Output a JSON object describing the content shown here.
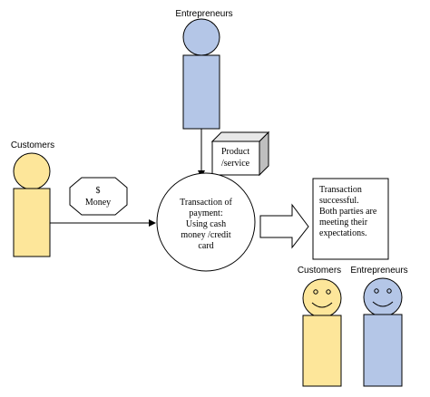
{
  "entrepreneur_top": {
    "label": "Entrepreneurs"
  },
  "customer_left": {
    "label": "Customers"
  },
  "product_box": {
    "line1": "Product",
    "line2": "/service"
  },
  "money_tag": {
    "line1": "$",
    "line2": "Money"
  },
  "transaction_circle": {
    "line1": "Transaction of",
    "line2": "payment:",
    "line3": "Using cash",
    "line4": "money /credit",
    "line5": "card"
  },
  "result_note": {
    "line1": "Transaction",
    "line2": "successful.",
    "line3": "Both parties are",
    "line4": "meeting their",
    "line5": "expectations."
  },
  "customer_happy": {
    "label": "Customers"
  },
  "entrepreneur_happy": {
    "label": "Entrepreneurs"
  },
  "colors": {
    "customer_fill": "#fde69a",
    "entrepreneur_fill": "#b4c6e7",
    "product_face": "#ffffff",
    "product_top": "#e8e8e8",
    "product_side": "#bfbfbf",
    "stroke": "#000000"
  }
}
